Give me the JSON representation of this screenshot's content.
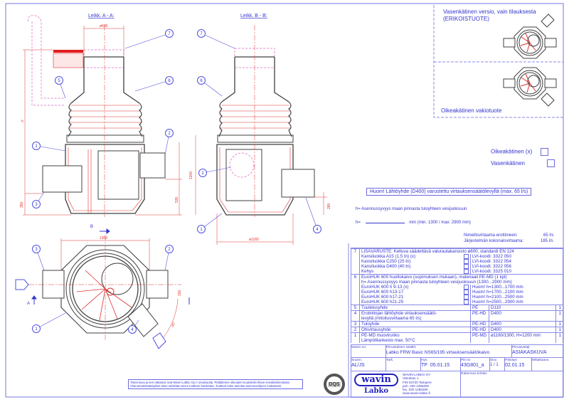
{
  "sections": {
    "a_title": "Leikk. A - A:",
    "b_title": "Leikk. B - B:"
  },
  "dimensions": {
    "d600": "ø600",
    "h": "h",
    "h1200": "1200",
    "h350": "350",
    "h530": "530",
    "h280": "280",
    "d1160": "ø1160",
    "w1300": "1300",
    "d150": "150",
    "angle": "45°"
  },
  "section_markers": {
    "a": "A",
    "b": "B"
  },
  "balloons": [
    "1",
    "2",
    "3",
    "4",
    "5",
    "6",
    "7"
  ],
  "variants": {
    "left_title_line1": "Vasenkätinen versio, vain tilauksesta",
    "left_title_line2": "(ERIKOISTUOTE)",
    "right_title": "Oikeakätinen vakiotuote",
    "options": [
      {
        "label": "Oikeakätinen (x)",
        "checked": false
      },
      {
        "label": "Vasenkätinen",
        "checked": false
      }
    ]
  },
  "colors": {
    "line_blue": "#8a8ae8",
    "text_blue": "#3434d0",
    "drawing_red": "#e03030",
    "drawing_dark": "#404040"
  },
  "notes": {
    "warning": "Huom! Lähtöyhde (D400) varustettu virtauksensäätölevyllä (max. 65 l/s)",
    "h_definition": "h= Asennussyvyys maan pinnasta tuloyhteen vesijuoksuun",
    "h_input_label": "h=",
    "h_input_value": "",
    "h_range": "mm (min. 1300 / max. 2900 mm)",
    "flow_label_1": "Nimellisvirtaama erottimeen:",
    "flow_value_1": "65 l/s",
    "flow_label_2": "Järjestelmän kokonaisvirtaama:",
    "flow_value_2": "185 l/s"
  },
  "parts": [
    {
      "no": "7",
      "desc": "LISÄVARUSTE: Kelluva säädettävä valurautakansisto ø600, standardi EN 124",
      "material": "",
      "spec": "",
      "qty": "",
      "wide": true
    },
    {
      "no": "",
      "desc": "Kansiluokka A15   (1.5 tn)  (x)",
      "check": true,
      "material": "",
      "spec": "LVI-koodi: 3322 050",
      "qty": ""
    },
    {
      "no": "",
      "desc": "Kansiluokka C250  (25 tn)",
      "check": true,
      "material": "",
      "spec": "LVI-koodi: 3322 054",
      "qty": ""
    },
    {
      "no": "",
      "desc": "Kansiluokka D400  (40 tn)",
      "check": true,
      "material": "",
      "spec": "LVI-koodi: 3322 056",
      "qty": ""
    },
    {
      "no": "",
      "desc": "Kehys",
      "check": true,
      "material": "",
      "spec": "LVI-koodi: 3325 010",
      "qty": ""
    },
    {
      "no": "6",
      "desc": "EuroHUK 600 huoltokaivo (sopimuksen mukaan), materiaali PE-MD (1 kpl)",
      "material": "",
      "spec": "",
      "qty": "",
      "wide": true
    },
    {
      "no": "",
      "desc": "h= Asennussyvyys maan pinnasta tuloyhteen vesijuoksuun (1300...2900 mm)",
      "material": "",
      "spec": "",
      "qty": "",
      "wide": true
    },
    {
      "no": "",
      "desc": "EuroHUK 600 h 9-13  (x)",
      "check": true,
      "material": "",
      "spec": "Huom! h=1300...1700 mm",
      "qty": ""
    },
    {
      "no": "",
      "desc": "EuroHUK 600 h13-17",
      "check": true,
      "material": "",
      "spec": "Huom! h=1700...2100 mm",
      "qty": ""
    },
    {
      "no": "",
      "desc": "EuroHUK 600 h17-21",
      "check": true,
      "material": "",
      "spec": "Huom! h=2100...2500 mm",
      "qty": ""
    },
    {
      "no": "",
      "desc": "EuroHUK 600 h21-25",
      "check": true,
      "material": "",
      "spec": "Huom! h=2500...2900 mm",
      "qty": ""
    },
    {
      "no": "5",
      "desc": "Tuuletusyhde",
      "material": "PE",
      "spec": "D110",
      "qty": "1"
    },
    {
      "no": "4",
      "desc": "Erotinlinjan lähtöyhde virtauksensäätö-",
      "material": "PE-HD",
      "spec": "D400",
      "qty": "1"
    },
    {
      "no": "",
      "desc": "levyllä (mitoitusvirtaama 65 l/s)",
      "material": "",
      "spec": "",
      "qty": ""
    },
    {
      "no": "3",
      "desc": "Tuloyhde",
      "material": "PE-HD",
      "spec": "D400",
      "qty": "1"
    },
    {
      "no": "2",
      "desc": "Ohivirtausyhde",
      "material": "PE-HD",
      "spec": "D400",
      "qty": "1"
    },
    {
      "no": "1",
      "desc": "PE-MD muovirunko",
      "material": "PE-MD",
      "spec": "ø1160/1300, H=1200 mm",
      "qty": "1"
    },
    {
      "no": "",
      "desc": "Lämpötilankesto max. 50°C",
      "material": "",
      "spec": "",
      "qty": ""
    }
  ],
  "title_block": {
    "wavin_no_label": "Wavin no:",
    "wavin_no": "",
    "drawing_content_label": "Piirustuksen sisältö:",
    "drawing_content": "Labko FRW Basic NS65/195 virtauksensäätökaivo",
    "drawing_type_label": "Piirustuslaji:",
    "drawing_type": "ASIAKASKUVA",
    "designed_label": "Suunn.",
    "designed": "AL/JS",
    "checked_label": "Tark.",
    "checked": "",
    "approved_label": "Hyv.",
    "approved": "TP",
    "approved_date": "05.01.15",
    "drawing_no_label": "Piir.no",
    "drawing_no": "43G801_a",
    "page_label": "Sivu",
    "page": "1 / 1",
    "date_label": "Päiväys",
    "date": "02.01.15",
    "scale_label": "Mittakaava",
    "scale": "",
    "project_label": "Rakennus kohde:",
    "project": ""
  },
  "company": {
    "logo_top": "wavin",
    "logo_bottom": "Labko",
    "name": "WAVIN-LABKO OY",
    "street": "Visiokatu 1",
    "city": "FIN-33720 Tampere",
    "phone": "puh. 020 1285200",
    "fax": "fax. 020 1285280",
    "web": "www.wavin-labko.fi"
  },
  "disclaimer": "Tämä kuva ja sen ratkaisut ovat Wavin-Labko Oy:n omaisuutta. Pidätämme oikeudet muutoksiin ilman ennakkoilmoitusta. Viranomaismääräykset tulee selvittää ennen tuotteen hankintaa. Tuotteet tulee asentaa asennusohjeen mukaisesti.",
  "cert_logo": "DQS"
}
